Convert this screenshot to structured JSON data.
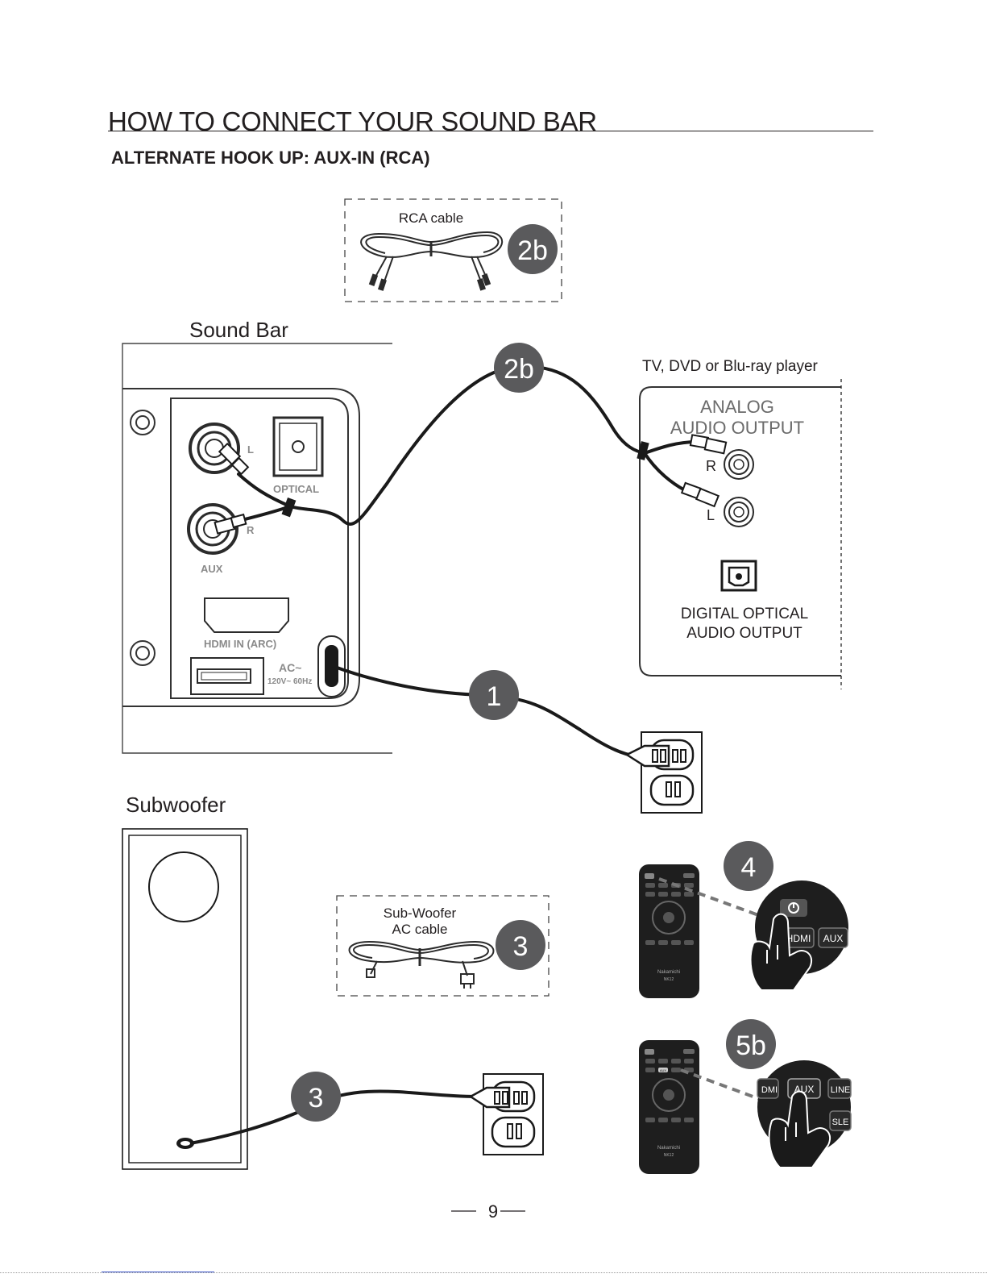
{
  "page": {
    "title": "HOW TO CONNECT YOUR SOUND BAR",
    "subtitle": "ALTERNATE HOOK UP: AUX-IN (RCA)",
    "page_number": "9"
  },
  "rca_box": {
    "label": "RCA cable",
    "step": "2b"
  },
  "soundbar": {
    "label": "Sound Bar",
    "aux_l": "L",
    "aux_r": "R",
    "aux": "AUX",
    "optical": "OPTICAL",
    "hdmi": "HDMI IN (ARC)",
    "ac": "AC~",
    "voltage": "120V~ 60Hz"
  },
  "tv": {
    "label": "TV, DVD or Blu-ray player",
    "analog_line1": "ANALOG",
    "analog_line2": "AUDIO OUTPUT",
    "r": "R",
    "l": "L",
    "digital_line1": "DIGITAL OPTICAL",
    "digital_line2": "AUDIO OUTPUT"
  },
  "steps": {
    "cable_2b": "2b",
    "power_1": "1",
    "remote_4": "4",
    "remote_5b": "5b",
    "sub_3": "3",
    "sub_box_3": "3"
  },
  "subwoofer": {
    "label": "Subwoofer"
  },
  "sub_cable_box": {
    "line1": "Sub-Woofer",
    "line2": "AC cable"
  },
  "remote": {
    "brand": "Nakamichi",
    "model": "NK12",
    "key_hdmi": "HDMI",
    "key_aux": "AUX",
    "key_aux_short": "AUX",
    "key_line": "LINE",
    "key_sleep": "SLE",
    "key_hdmi_partial": "DMI"
  }
}
